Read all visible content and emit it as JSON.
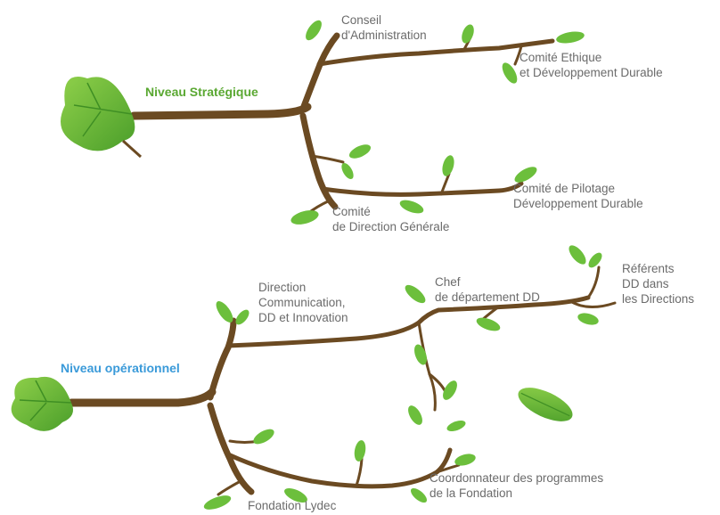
{
  "levels": {
    "strategic": "Niveau Stratégique",
    "operational": "Niveau opérationnel"
  },
  "colors": {
    "branch": "#6b4a22",
    "leaf": "#6cbf3c",
    "leaf_dark": "#3f8f24",
    "strategic_text": "#5aa832",
    "operational_text": "#3a9ad9",
    "node_text": "#6b6b6b"
  },
  "nodes": {
    "conseil": [
      "Conseil",
      "d'Administration"
    ],
    "comite_ethique": [
      "Comité Ethique",
      "et Développement Durable"
    ],
    "comite_pilotage": [
      "Comité de Pilotage",
      "Développement Durable"
    ],
    "comite_direction": [
      "Comité",
      "de Direction Générale"
    ],
    "direction_comm": [
      "Direction",
      "Communication,",
      "DD et Innovation"
    ],
    "chef_dd": [
      "Chef",
      "de département DD"
    ],
    "referents": [
      "Référents",
      "DD dans",
      "les Directions"
    ],
    "coordonnateur": [
      "Coordonnateur des programmes",
      "de la Fondation"
    ],
    "fondation": [
      "Fondation Lydec"
    ]
  }
}
